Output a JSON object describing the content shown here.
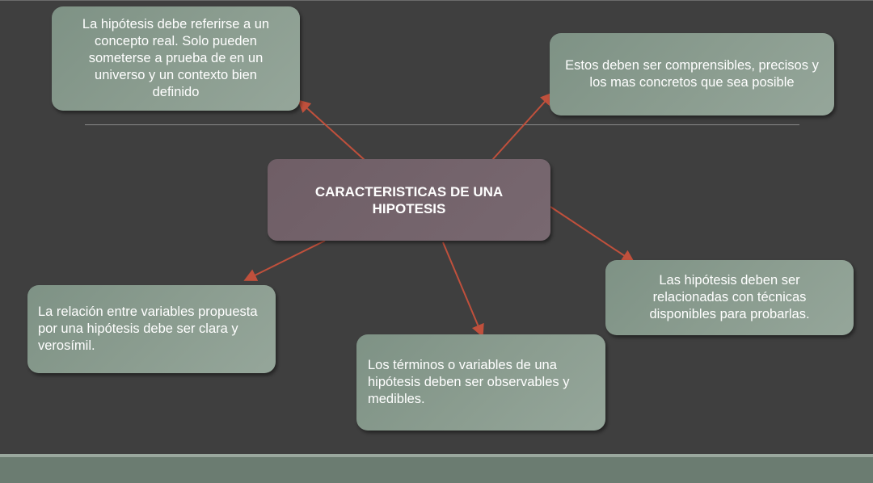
{
  "central": {
    "title": "CARACTERISTICAS DE UNA HIPOTESIS"
  },
  "nodes": {
    "top_left": "La hipótesis debe referirse a un concepto real. Solo pueden someterse a prueba de en un universo y un contexto bien definido",
    "top_right": "Estos deben ser comprensibles, precisos y los mas concretos que sea posible",
    "right": "Las hipótesis deben ser relacionadas con técnicas disponibles para probarlas.",
    "bottom_center": "Los términos o variables de una hipótesis deben ser observables y medibles.",
    "left": "La relación entre variables propuesta por una hipótesis debe ser clara y verosímil."
  },
  "colors": {
    "background": "#3f3f3f",
    "node_fill": "#8a9c8f",
    "central_fill": "#736369",
    "arrow": "#c0503c",
    "footer": "#6b7c71"
  }
}
